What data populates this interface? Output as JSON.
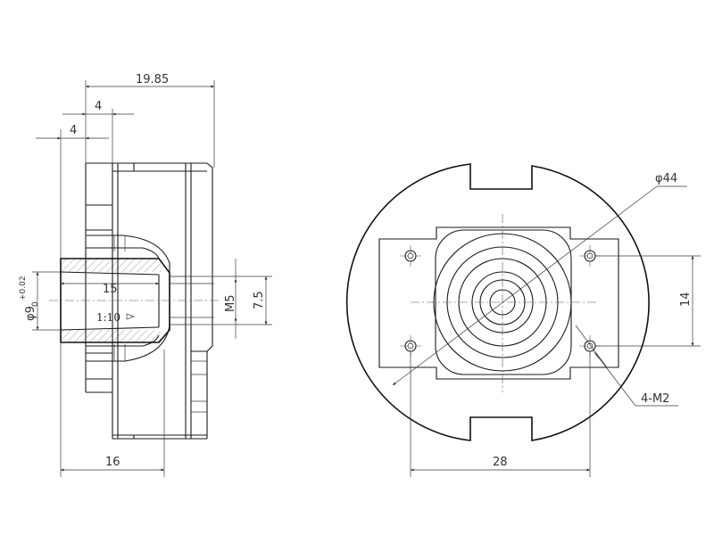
{
  "drawing": {
    "side_view": {
      "dims": {
        "overall_length": "19.85",
        "flange_width_top": "4",
        "flange_width_lower": "4",
        "bore_depth": "15",
        "base_length": "16",
        "thread": "M5",
        "thread_depth": "7.5",
        "bore_diameter": "φ9",
        "bore_tolerance": "+0.02",
        "bore_tolerance_low": "0",
        "taper": "1:10"
      }
    },
    "front_view": {
      "dims": {
        "outer_diameter": "φ44",
        "hole_spacing_vertical": "14",
        "hole_spacing_horizontal": "28",
        "holes": "4-M2"
      }
    }
  }
}
